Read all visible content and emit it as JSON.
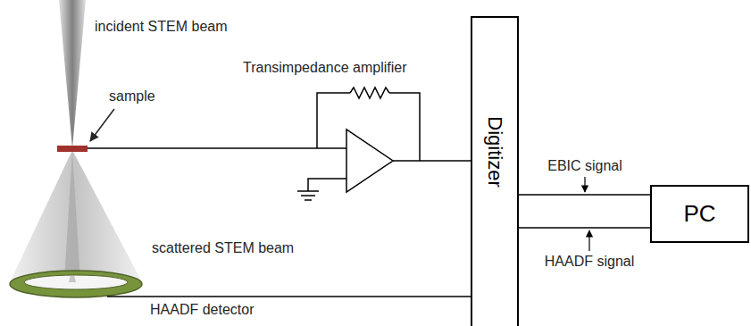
{
  "diagram": {
    "nodes": [
      {
        "text": [
          "Digitizer"
        ]
      },
      {
        "text": [
          "PC"
        ]
      }
    ],
    "edges": [
      {
        "from": 0,
        "to": 1,
        "arrow": "none",
        "label": "EBIC signal"
      },
      {
        "from": 0,
        "to": 1,
        "arrow": "none",
        "label": "HAADF signal"
      }
    ],
    "labels": [
      "incident STEM beam",
      "sample",
      "Transimpedance amplifier",
      "scattered STEM beam",
      "HAADF detector"
    ]
  }
}
